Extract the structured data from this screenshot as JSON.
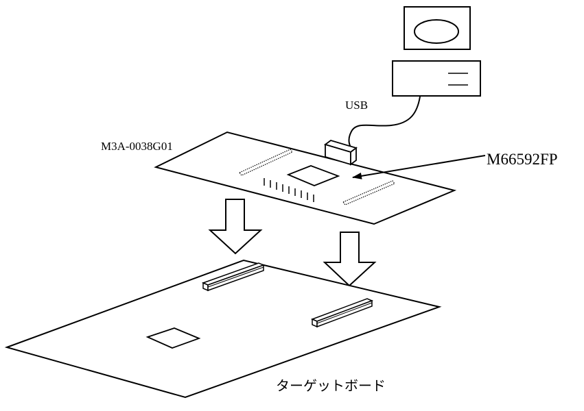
{
  "labels": {
    "usb": "USB",
    "board_model": "M3A-0038G01",
    "chip_part": "M66592FP",
    "target_board": "ターゲットボード"
  },
  "colors": {
    "stroke": "#000000",
    "fill": "#ffffff"
  }
}
